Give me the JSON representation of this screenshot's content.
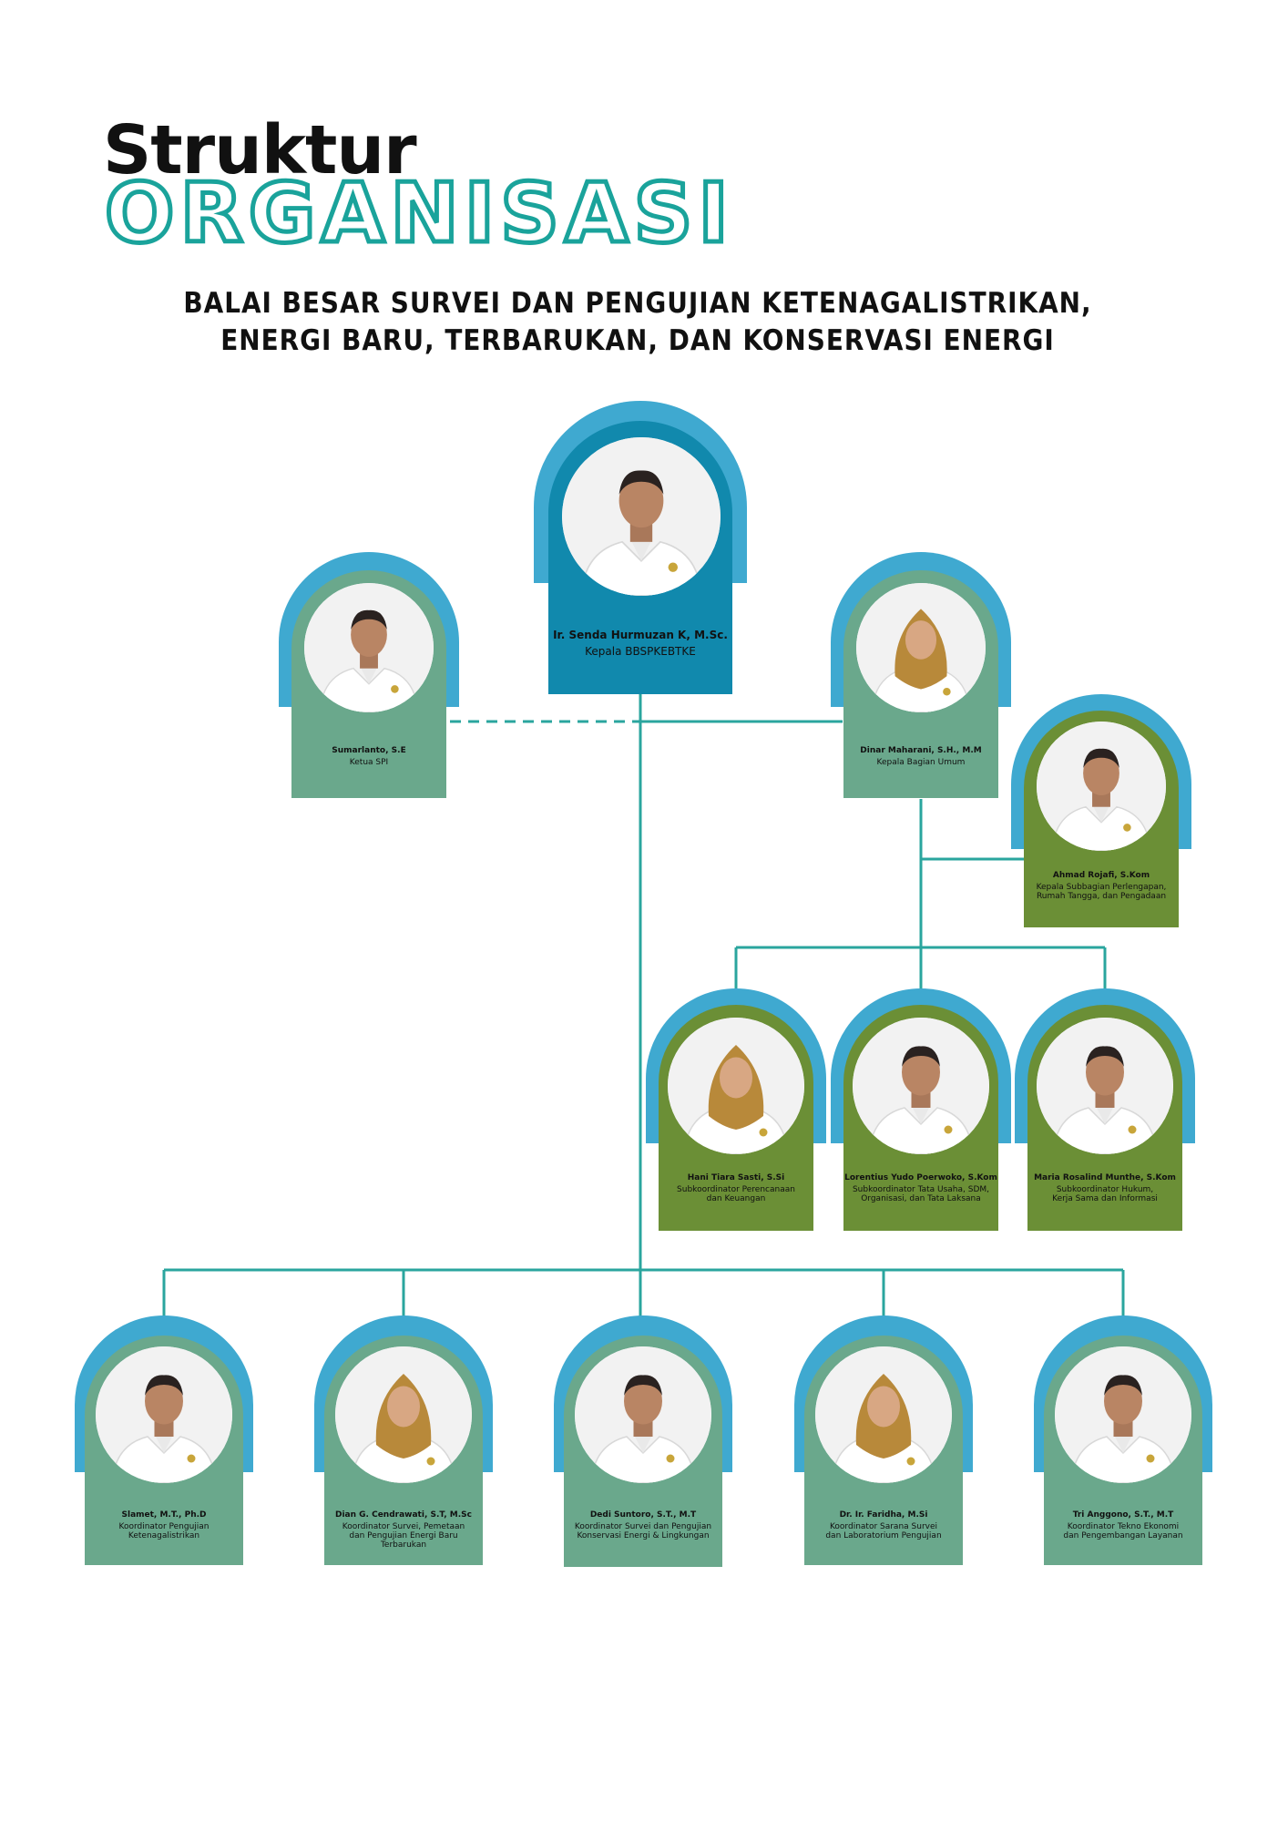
{
  "title": {
    "line1": "Struktur",
    "line2": "ORGANISASI"
  },
  "subtitle": {
    "line1": "BALAI BESAR SURVEI DAN PENGUJIAN KETENAGALISTRIKAN,",
    "line2": "ENERGI BARU, TERBARUKAN, DAN KONSERVASI ENERGI"
  },
  "colors": {
    "teal": "#1aa39b",
    "arch_blue": "#3fa9d0",
    "head_blue": "#1189ad",
    "sage": "#6aa88c",
    "olive": "#6b8f36",
    "line": "#2aa59e"
  },
  "people": {
    "kepala": {
      "name": "Ir. Senda Hurmuzan K, M.Sc.",
      "role": "Kepala BBSPKEBTKE"
    },
    "spi": {
      "name": "Sumarlanto, S.E",
      "role": "Ketua SPI"
    },
    "umum": {
      "name": "Dinar Maharani, S.H., M.M",
      "role": "Kepala Bagian Umum"
    },
    "subbag": {
      "name": "Ahmad Rojafi, S.Kom",
      "role": "Kepala Subbagian Perlengapan,\nRumah Tangga, dan Pengadaan"
    },
    "perenc": {
      "name": "Hani Tiara Sasti, S.Si",
      "role": "Subkoordinator Perencanaan\ndan Keuangan"
    },
    "tatausaha": {
      "name": "Lorentius Yudo Poerwoko, S.Kom",
      "role": "Subkoordinator Tata Usaha, SDM,\nOrganisasi, dan Tata Laksana"
    },
    "hukum": {
      "name": "Maria Rosalind Munthe, S.Kom",
      "role": "Subkoordinator Hukum,\nKerja Sama dan Informasi"
    },
    "k1": {
      "name": "Slamet, M.T., Ph.D",
      "role": "Koordinator Pengujian\nKetenagalistrikan"
    },
    "k2": {
      "name": "Dian G. Cendrawati, S.T, M.Sc",
      "role": "Koordinator Survei, Pemetaan\ndan Pengujian Energi Baru\nTerbarukan"
    },
    "k3": {
      "name": "Dedi Suntoro, S.T., M.T",
      "role": "Koordinator Survei dan Pengujian\nKonservasi Energi & Lingkungan"
    },
    "k4": {
      "name": "Dr. Ir. Faridha, M.Si",
      "role": "Koordinator Sarana Survei\ndan Laboratorium  Pengujian"
    },
    "k5": {
      "name": "Tri Anggono, S.T., M.T",
      "role": "Koordinator Tekno Ekonomi\ndan Pengembangan Layanan"
    }
  }
}
